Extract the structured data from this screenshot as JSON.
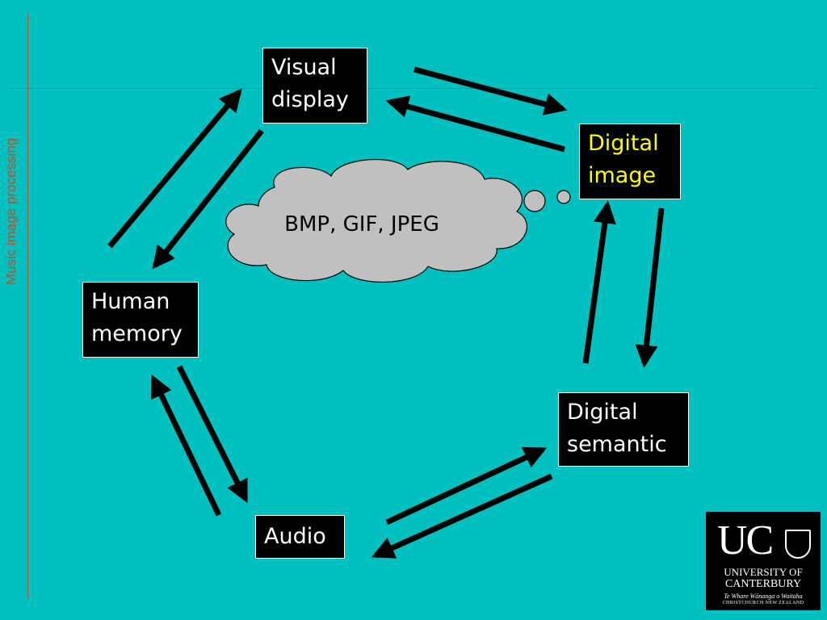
{
  "slide": {
    "side_label": "Music image processing",
    "colors": {
      "background": "#00c0c0",
      "box": "#000000",
      "box_text": "#ffffff",
      "highlight_text": "#ffff00",
      "cloud": "#c0c0c0",
      "rule": "#b05a3c"
    }
  },
  "nodes": {
    "visual_display": {
      "line1": "Visual",
      "line2": "display"
    },
    "digital_image": {
      "line1": "Digital",
      "line2": "image"
    },
    "human_memory": {
      "line1": "Human",
      "line2": "memory"
    },
    "digital_semantic": {
      "line1": "Digital",
      "line2": "semantic"
    },
    "audio": {
      "label": "Audio"
    }
  },
  "cloud": {
    "text": "BMP, GIF, JPEG"
  },
  "logo": {
    "mark": "UC",
    "line1": "UNIVERSITY OF",
    "line2": "CANTERBURY",
    "line3": "Te Whare Wānanga o Waitaha",
    "line4": "CHRISTCHURCH NEW ZEALAND"
  }
}
